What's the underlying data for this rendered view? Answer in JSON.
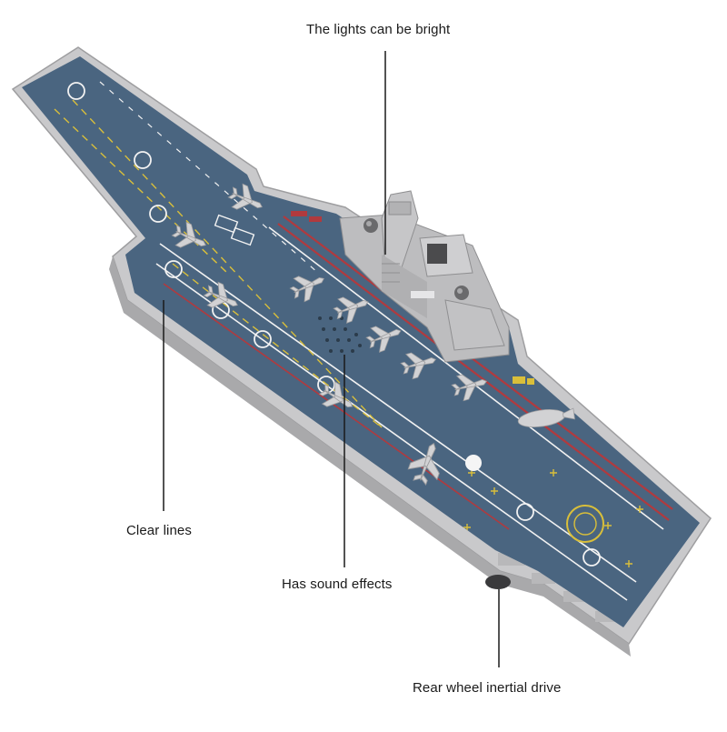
{
  "callouts": {
    "lights": "The lights can be bright",
    "lines": "Clear lines",
    "sound": "Has sound effects",
    "drive": "Rear wheel inertial drive"
  },
  "colors": {
    "background": "#ffffff",
    "deck": "#4a6580",
    "hull": "#c9c9cb",
    "hull_shadow": "#a9a9ab",
    "island": "#bdbdbf",
    "stripe_red": "#b13a3e",
    "stripe_white": "#f2f2f2",
    "marking_yellow": "#d9bf3a",
    "aircraft": "#d2d2d4",
    "leader_line": "#1a1a1a"
  }
}
